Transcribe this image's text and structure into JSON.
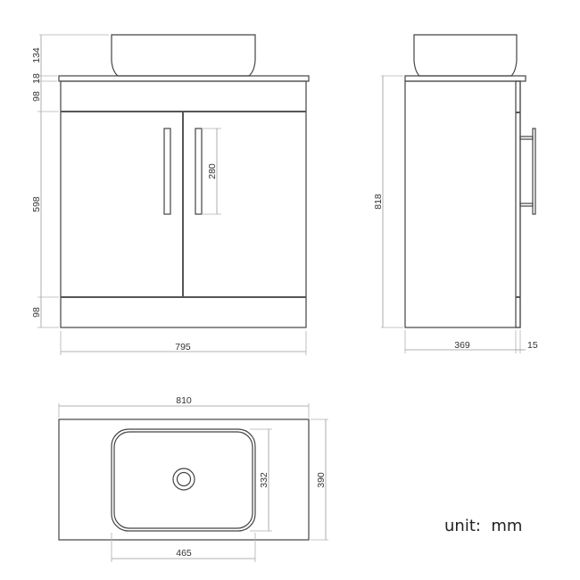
{
  "drawing": {
    "unit_label": "unit:  mm",
    "front_view": {
      "dimensions": {
        "basin_height": "134",
        "worktop_thickness": "18",
        "top_rail": "98",
        "door_height": "598",
        "plinth": "98",
        "handle_length": "280",
        "cabinet_width": "795"
      }
    },
    "side_view": {
      "dimensions": {
        "total_height": "818",
        "cabinet_depth": "369",
        "door_thickness": "15"
      }
    },
    "top_view": {
      "dimensions": {
        "worktop_width": "810",
        "worktop_depth": "390",
        "basin_width": "465",
        "basin_depth": "332"
      }
    },
    "colors": {
      "line": "#444444",
      "dimension_line": "#9a9a9a",
      "text": "#333333",
      "background": "#ffffff"
    }
  }
}
